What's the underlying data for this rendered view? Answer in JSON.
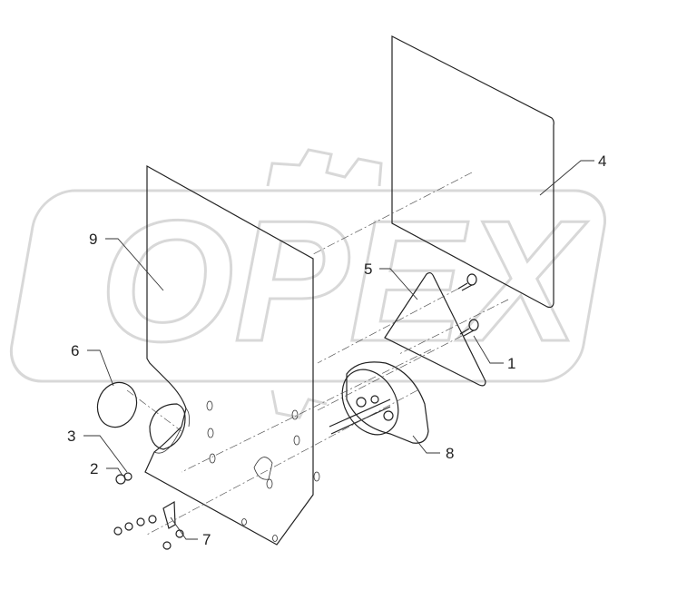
{
  "watermark": {
    "text": "OPEX",
    "color": "#d8d8d8"
  },
  "callouts": [
    {
      "id": "1",
      "label": "1"
    },
    {
      "id": "2",
      "label": "2"
    },
    {
      "id": "3",
      "label": "3"
    },
    {
      "id": "4",
      "label": "4"
    },
    {
      "id": "5",
      "label": "5"
    },
    {
      "id": "6",
      "label": "6"
    },
    {
      "id": "7",
      "label": "7"
    },
    {
      "id": "8",
      "label": "8"
    },
    {
      "id": "9",
      "label": "9"
    }
  ]
}
